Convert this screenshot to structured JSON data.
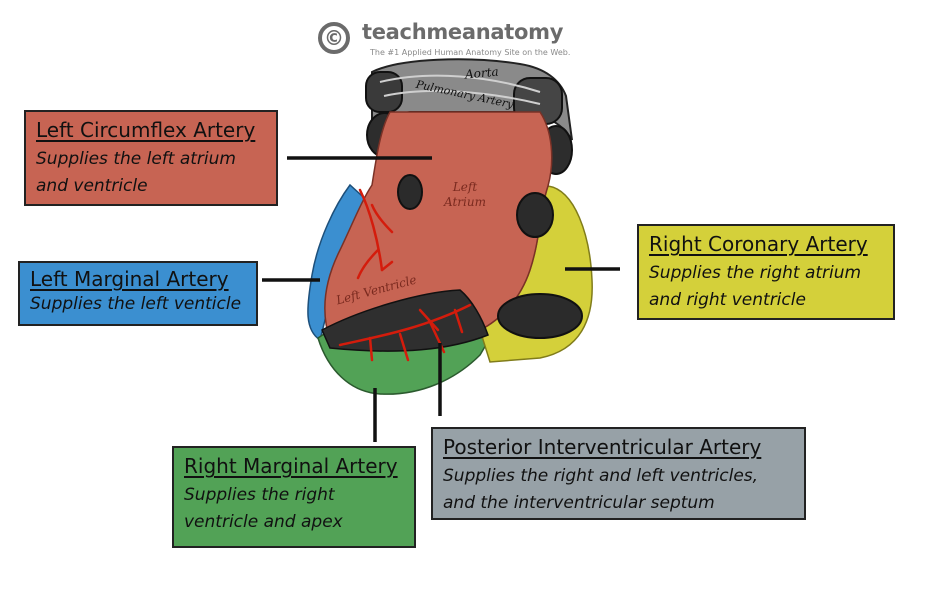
{
  "watermark": {
    "symbol": "©",
    "name": "teachmeanatomy",
    "tagline": "The #1 Applied Human Anatomy Site on the Web."
  },
  "heart_labels": {
    "aorta": "Aorta",
    "pulmonary_artery": "Pulmonary Artery",
    "left_atrium": "Left Atrium",
    "left_ventricle": "Left Ventricle"
  },
  "callouts": {
    "left_circumflex": {
      "title": "Left Circumflex Artery",
      "lines": [
        "Supplies the left atrium",
        "and ventricle"
      ],
      "color": "#c76453"
    },
    "left_marginal": {
      "title": "Left Marginal Artery",
      "lines": [
        "Supplies the left venticle"
      ],
      "color": "#3b8fd0"
    },
    "right_coronary": {
      "title": "Right Coronary Artery",
      "lines": [
        "Supplies the right atrium",
        "and right ventricle"
      ],
      "color": "#d4d03a"
    },
    "right_marginal": {
      "title": "Right Marginal Artery",
      "lines": [
        "Supplies the right",
        "ventricle and apex"
      ],
      "color": "#52a256"
    },
    "posterior_interventricular": {
      "title": "Posterior Interventricular Artery",
      "lines": [
        "Supplies the right and left ventricles,",
        "and the interventricular septum"
      ],
      "color": "#97a1a7"
    }
  }
}
